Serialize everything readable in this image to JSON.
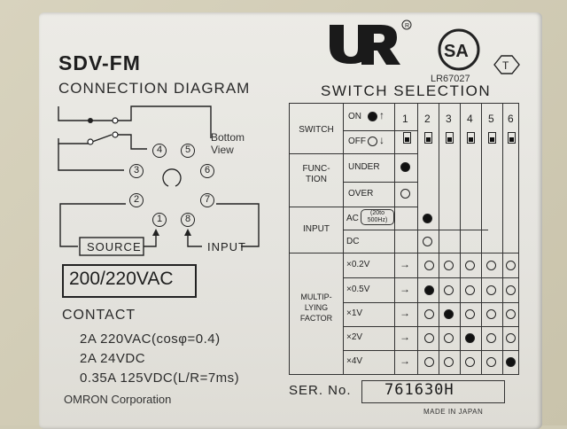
{
  "label": {
    "model": "SDV-FM",
    "diagram_title": "CONNECTION DIAGRAM",
    "bottom_view": "Bottom\nView",
    "source_label": "SOURCE",
    "input_label": "INPUT",
    "pins": [
      "1",
      "2",
      "3",
      "4",
      "5",
      "6",
      "7",
      "8"
    ],
    "voltage": "200/220VAC",
    "contact_title": "CONTACT",
    "contact_lines": [
      "2A 220VAC(cosφ=0.4)",
      "2A 24VDC",
      "0.35A 125VDC(L/R=7ms)"
    ],
    "maker": "OMRON Corporation",
    "ser_label": "SER. No.",
    "ser_no": "761630H",
    "made_in": "MADE IN JAPAN",
    "cert_lr": "LR67027",
    "cert_marks": [
      "UR",
      "CSA",
      "T"
    ]
  },
  "switch_selection": {
    "title": "SWITCH SELECTION",
    "columns": [
      "1",
      "2",
      "3",
      "4",
      "5",
      "6"
    ],
    "groups": [
      {
        "name": "SWITCH",
        "rows": [
          "ON",
          "OFF"
        ]
      },
      {
        "name": "FUNC-\nTION",
        "rows": [
          "UNDER",
          "OVER"
        ]
      },
      {
        "name": "INPUT",
        "rows": [
          "AC (20to 500Hz)",
          "DC"
        ]
      },
      {
        "name": "MULTIP-\nLYING\nFACTOR",
        "rows": [
          "×0.2V",
          "×0.5V",
          "×1V",
          "×2V",
          "×4V"
        ]
      }
    ],
    "ac_note": "(20to\n500Hz)",
    "ac_label": "AC",
    "colors": {
      "ink": "#222222",
      "plate": "#e8e7e2"
    }
  }
}
